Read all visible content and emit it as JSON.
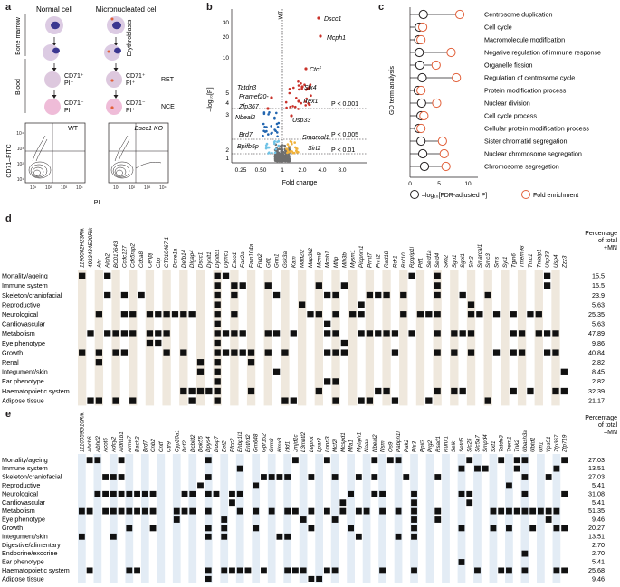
{
  "panels": {
    "a": "a",
    "b": "b",
    "c": "c",
    "d": "d",
    "e": "e"
  },
  "a": {
    "normal_cell": "Normal cell",
    "micronucleated_cell": "Micronucleated cell",
    "bone_marrow": "Bone marrow",
    "erythroblasts": "Erythroblasts",
    "blood": "Blood",
    "cd71p_pim": [
      "CD71⁺",
      "PI⁻"
    ],
    "cd71m_pim": [
      "CD71⁻",
      "PI⁻"
    ],
    "cd71p_pip": [
      "CD71⁺",
      "PI⁺"
    ],
    "cd71m_pip": [
      "CD71⁻",
      "PI⁺"
    ],
    "ret": "RET",
    "nce": "NCE",
    "wt": "WT",
    "ko": "Dscc1 KO",
    "ylabel": "CD71–FITC",
    "xlabel": "PI",
    "xticks": [
      "10¹",
      "10²",
      "10³",
      "10⁴"
    ],
    "yticks": [
      "10¹",
      "10²",
      "10³",
      "10⁴"
    ]
  },
  "b": {
    "wt_label": "WT",
    "xlabel": "Fold change",
    "ylabel": "–log₁₀[P]",
    "yticks": [
      "1",
      "2",
      "3",
      "4",
      "5",
      "10",
      "20",
      "30"
    ],
    "xticks": [
      "0.25",
      "0.50",
      "1",
      "2.0",
      "4.0",
      "8.0"
    ],
    "thresholds": [
      "P < 0.001",
      "P < 0.005",
      "P < 0.01"
    ],
    "genes": [
      "Dscc1",
      "Mcph1",
      "Ctcf",
      "Slx4",
      "Trex1",
      "Usp33",
      "Smarcal1",
      "Sirt2",
      "Tatdn3",
      "Pramef20-",
      "Zfp367",
      "Nbeal2",
      "Brd7",
      "Bpifb5p"
    ]
  },
  "c": {
    "ylabel": "GO term analysis",
    "xticks": [
      "0",
      "5",
      "10"
    ],
    "terms": [
      "Centrosome duplication",
      "Cell cycle",
      "Macromolecule modification",
      "Negative regulation of immune response",
      "Organelle fission",
      "Regulation of centrosome cycle",
      "Protein modification process",
      "Nuclear division",
      "Cell cycle process",
      "Cellular protein modification process",
      "Sister chromatid segregation",
      "Nuclear chromosome segregation",
      "Chromosome segregation"
    ],
    "fdr": [
      2.3,
      1.6,
      1.5,
      1.6,
      1.7,
      2.1,
      1.4,
      2.0,
      1.9,
      1.5,
      1.9,
      2.2,
      2.5
    ],
    "fold": [
      8.6,
      2.2,
      1.9,
      7.1,
      4.5,
      8.0,
      1.9,
      4.6,
      2.4,
      1.9,
      5.6,
      5.9,
      6.2
    ],
    "legend_fdr": "–log₁₀[FDR-adjusted P]",
    "legend_fold": "Fold enrichment"
  },
  "d": {
    "header": "Percentage of total +MN",
    "genes": [
      "1190002H23Rik",
      "4933434E20Rik",
      "Ahr",
      "Aldh2",
      "BC017643",
      "Ccdc127",
      "Cdk5rap2",
      "Cdca8",
      "Cenpj",
      "Cbp",
      "CT010467.1",
      "Dclre1a",
      "Defb14",
      "Dlgap4",
      "Dscc1",
      "Dynlt1",
      "Dynltc1",
      "Dymc1",
      "Esco1",
      "Falr2a",
      "Fam104a",
      "Fnip2",
      "Gfi1",
      "Grm1",
      "Gsk3a",
      "Kam",
      "Mad2l2",
      "Map3k2",
      "Mcm8",
      "Mcph1",
      "Mfrp",
      "Mlh3b",
      "Mysm1",
      "Pidpnm1",
      "Prmt7",
      "Pnrt2",
      "Rad18",
      "Rdr1",
      "Rnf10",
      "Rpgrip1l",
      "Ptf1",
      "Setd1a",
      "Setd4",
      "Sko2",
      "Sgo1",
      "Sgol1",
      "Sirt2",
      "Smarcal1",
      "Smc3",
      "Sms",
      "Syt1",
      "Tgm6",
      "Tmem98",
      "Tmc1",
      "Tnfaip1",
      "Usp33",
      "Usp4",
      "Zzz3"
    ],
    "phenotypes": [
      "Mortality/ageing",
      "Immune system",
      "Skeleton/craniofacial",
      "Reproductive",
      "Neurological",
      "Cardiovascular",
      "Metabolism",
      "Eye phenotype",
      "Growth",
      "Renal",
      "Integument/skin",
      "Ear phenotype",
      "Haematopoietic system",
      "Adipose tissue"
    ],
    "percentages": [
      "15.5",
      "15.5",
      "23.9",
      "5.63",
      "25.35",
      "5.63",
      "47.89",
      "9.86",
      "40.84",
      "2.82",
      "8.45",
      "2.82",
      "32.39",
      "21.17"
    ],
    "fill_ratio": [
      0.155,
      0.155,
      0.239,
      0.056,
      0.254,
      0.056,
      0.479,
      0.099,
      0.408,
      0.028,
      0.085,
      0.028,
      0.324,
      0.212
    ]
  },
  "e": {
    "header": "Percentage of total –MN",
    "genes": [
      "1110059G10Rik",
      "Abcb6",
      "Abhd2",
      "Acot5",
      "Adcy2",
      "Aldh1b1",
      "Arme7",
      "Bach2",
      "Brd7",
      "Cnb2",
      "Cntf",
      "Ctr9",
      "Cyp20a1",
      "Dcf2",
      "Dcbld2",
      "Dok55",
      "Dpys4",
      "Dusp7",
      "Ect2",
      "Efcc2",
      "Ehbp1l1",
      "Enthd2",
      "Gm648",
      "Gpr152",
      "Grm8",
      "Hmx3",
      "Idd1",
      "Jmjd1c",
      "L3mbtl2",
      "Leprot",
      "Lpar3",
      "Lonrf3",
      "Mcf2l",
      "Mcspd1",
      "Mfa1",
      "Mybph1",
      "Naaa",
      "Nbeal2",
      "Nsm",
      "Os9",
      "Pabpn1l",
      "Pak2",
      "Pls3",
      "Ppil3",
      "Prg2",
      "Rsad1",
      "Runx1",
      "Selk",
      "Setd5",
      "Slc25",
      "Slc5a7",
      "Smpd4",
      "Sxt1",
      "Tatdn3",
      "Trem1",
      "Tnk2",
      "Ubash3a",
      "Ubtd1",
      "Uri1",
      "Vps51",
      "Zfp367",
      "Zfp719"
    ],
    "phenotypes": [
      "Mortality/ageing",
      "Immune system",
      "Skeleton/craniofacial",
      "Reproductive",
      "Neurological",
      "Cardiovascular",
      "Metabolism",
      "Eye phenotype",
      "Growth",
      "Integument/skin",
      "Digestive/alimentary",
      "Endocrine/exocrine",
      "Ear phenotype",
      "Haematopoietic system",
      "Adipose tissue"
    ],
    "percentages": [
      "27.03",
      "13.51",
      "27.03",
      "5.41",
      "31.08",
      "5.41",
      "51.35",
      "9.46",
      "20.27",
      "13.51",
      "2.70",
      "2.70",
      "5.41",
      "25.68",
      "9.46"
    ],
    "fill_ratio": [
      0.27,
      0.135,
      0.27,
      0.054,
      0.311,
      0.054,
      0.514,
      0.095,
      0.203,
      0.135,
      0.027,
      0.027,
      0.054,
      0.257,
      0.095
    ]
  },
  "colors": {
    "accent": "#e2603a",
    "d_stripe": "#efe8dd",
    "e_stripe": "#e3ecf5",
    "lollipop": "#231f20"
  }
}
